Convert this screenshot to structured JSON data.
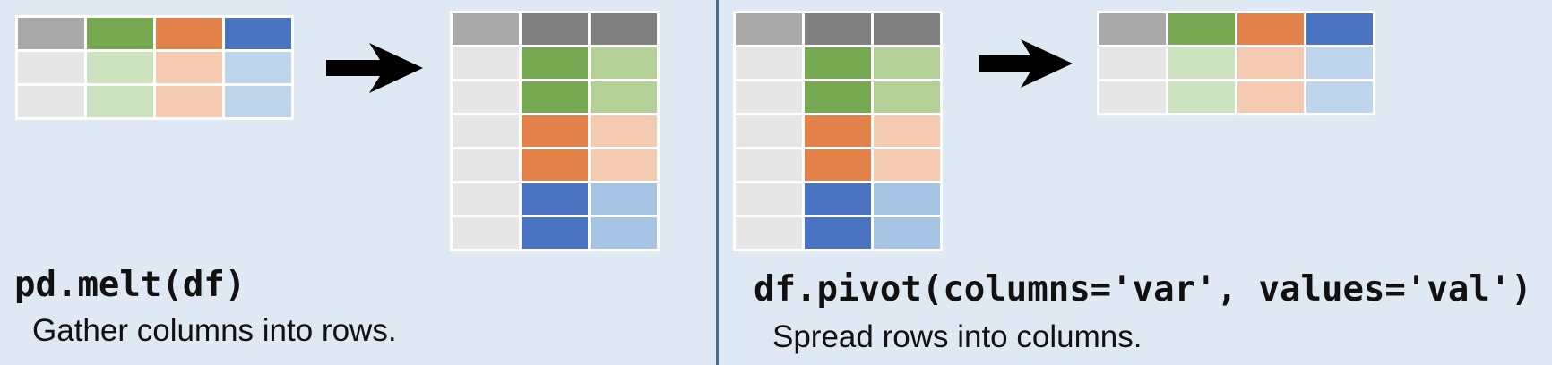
{
  "colors": {
    "background": "#dfe9f4",
    "divider": "#4a6a94",
    "arrow": "#000000",
    "gray_header": "#a9a9a9",
    "dark_gray_header": "#808080",
    "light_gray": "#e6e6e6",
    "green": "#77a952",
    "light_green": "#cde2bf",
    "mid_green": "#b3d196",
    "orange": "#e2824a",
    "light_orange": "#f4cbb0",
    "blue": "#4a74c2",
    "light_blue": "#bfd5ec",
    "mid_blue": "#a6c4e4"
  },
  "melt": {
    "code": "pd.melt(df)",
    "description": "Gather columns into rows.",
    "arrow_icon": "right-arrow-icon"
  },
  "pivot": {
    "code": "df.pivot(columns='var', values='val')",
    "description": "Spread rows into columns.",
    "arrow_icon": "right-arrow-icon"
  }
}
